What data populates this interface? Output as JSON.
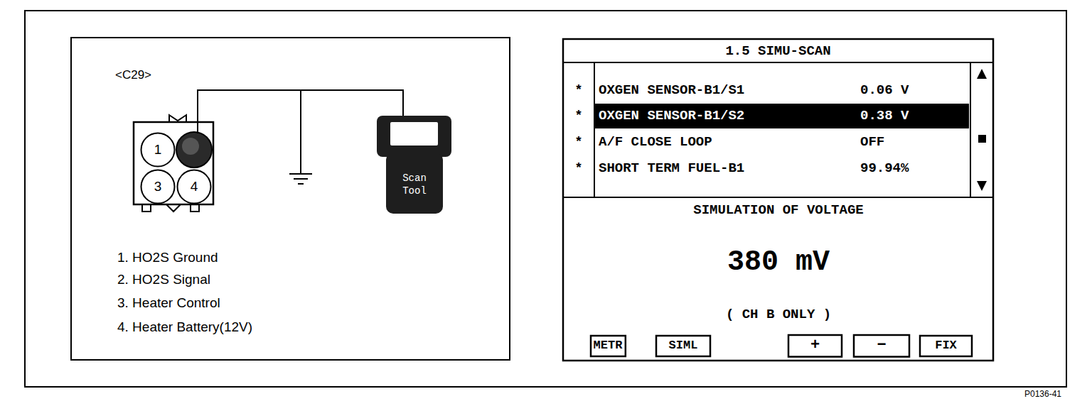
{
  "diagram": {
    "nodes": [
      {
        "text": [
          "1"
        ]
      },
      {
        "text": [
          "3"
        ]
      },
      {
        "text": [
          "4"
        ]
      },
      {
        "text": [
          "Scan Tool"
        ]
      },
      {
        "text": [
          "1.5 SIMU-SCAN"
        ]
      },
      {
        "text": [
          "METR"
        ]
      },
      {
        "text": [
          "SIML"
        ]
      },
      {
        "text": [
          "+"
        ]
      },
      {
        "text": [
          "−"
        ]
      },
      {
        "text": [
          "FIX"
        ]
      }
    ],
    "labels": [
      "<C29>",
      "1. HO2S Ground",
      "2. HO2S Signal",
      "3. Heater Control",
      "4. Heater Battery(12V)",
      "*",
      "OXGEN SENSOR-B1/S1",
      "0.06 V",
      "*",
      "OXGEN SENSOR-B1/S2",
      "0.38 V",
      "*",
      "A/F CLOSE LOOP",
      "OFF",
      "*",
      "SHORT TERM FUEL-B1",
      "99.94%",
      "SIMULATION OF VOLTAGE",
      "380 mV",
      "( CH B ONLY )",
      "P0136-41"
    ]
  }
}
